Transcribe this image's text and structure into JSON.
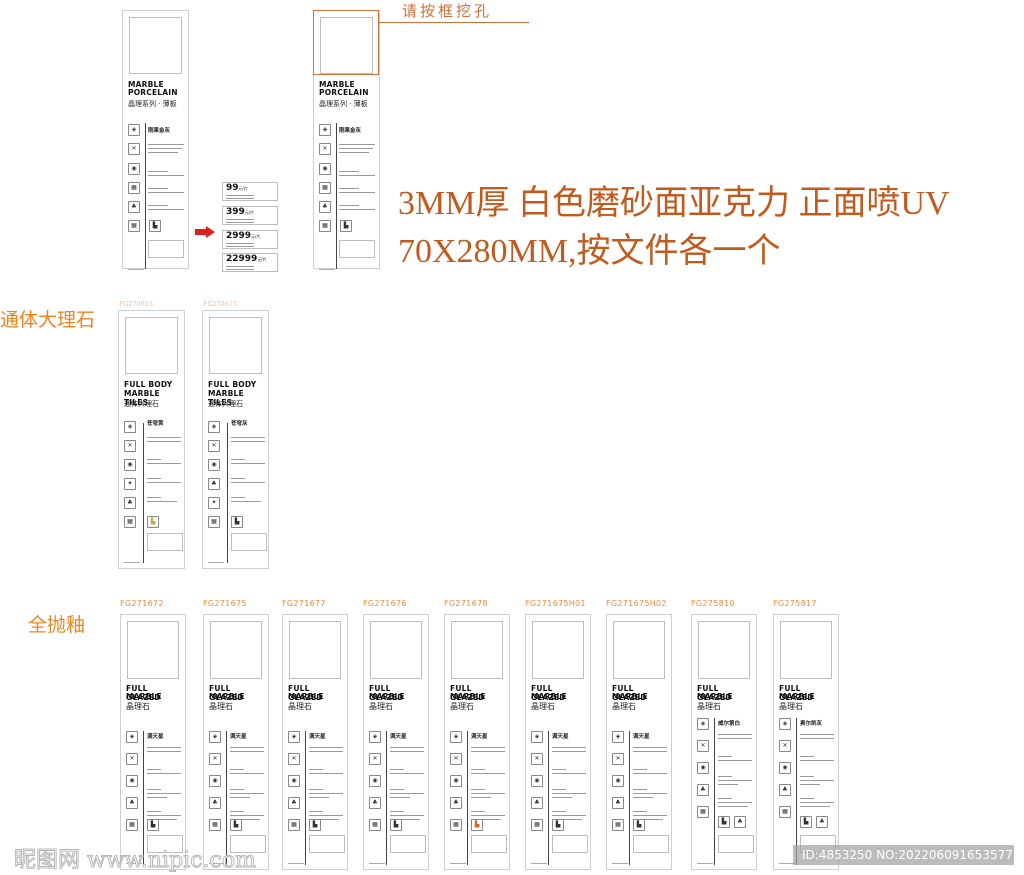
{
  "annotation": {
    "cutout_note": "请按框挖孔",
    "spec_line1": "3MM厚 白色磨砂面亚克力 正面喷UV",
    "spec_line2": "70X280MM,按文件各一个",
    "accent_color": "#c25a1e"
  },
  "top_cards": [
    {
      "title_en_1": "MARBLE",
      "title_en_2": "PORCELAIN",
      "title_cn": "晶理系列 · 薄板",
      "product": "刚果金灰"
    },
    {
      "title_en_1": "MARBLE",
      "title_en_2": "PORCELAIN",
      "title_cn": "晶理系列 · 薄板",
      "product": "刚果金灰",
      "highlight_window": true
    }
  ],
  "price_tags": [
    {
      "price": "99",
      "unit": "元/片"
    },
    {
      "price": "399",
      "unit": "元/片"
    },
    {
      "price": "2999",
      "unit": "元/片"
    },
    {
      "price": "22999",
      "unit": "元/片"
    }
  ],
  "sections": [
    {
      "label": "通体大理石",
      "color": "#ee8420",
      "cards": [
        {
          "code": "FG270613",
          "title_en_1": "FULL BODY",
          "title_en_2": "MARBLE TILES",
          "title_cn": "通体大理石",
          "product": "苍穹黄"
        },
        {
          "code": "FG270615",
          "title_en_1": "FULL BODY",
          "title_en_2": "MARBLE TILES",
          "title_cn": "通体大理石",
          "product": "苍穹灰"
        }
      ]
    },
    {
      "label": "全抛釉",
      "color": "#ee8420",
      "cards": [
        {
          "code": "FG271672",
          "title_en_1": "FULL GLAZED",
          "title_en_2": "MARBLE",
          "title_cn": "晶理石",
          "product": "满天星"
        },
        {
          "code": "FG271675",
          "title_en_1": "FULL GLAZED",
          "title_en_2": "MARBLE",
          "title_cn": "晶理石",
          "product": "满天星"
        },
        {
          "code": "FG271677",
          "title_en_1": "FULL GLAZED",
          "title_en_2": "MARBLE",
          "title_cn": "晶理石",
          "product": "满天星"
        },
        {
          "code": "FG271676",
          "title_en_1": "FULL GLAZED",
          "title_en_2": "MARBLE",
          "title_cn": "晶理石",
          "product": "满天星"
        },
        {
          "code": "FG271678",
          "title_en_1": "FULL GLAZED",
          "title_en_2": "MARBLE",
          "title_cn": "晶理石",
          "product": "满天星"
        },
        {
          "code": "FG271675H01",
          "title_en_1": "FULL GLAZED",
          "title_en_2": "MARBLE",
          "title_cn": "晶理石",
          "product": "满天星"
        },
        {
          "code": "FG271675H02",
          "title_en_1": "FULL GLAZED",
          "title_en_2": "MARBLE",
          "title_cn": "晶理石",
          "product": "满天星"
        },
        {
          "code": "FG275810",
          "title_en_1": "FULL GLAZED",
          "title_en_2": "MARBLE",
          "title_cn": "晶理石",
          "product": "威尔第白"
        },
        {
          "code": "FG275817",
          "title_en_1": "FULL GLAZED",
          "title_en_2": "MARBLE",
          "title_cn": "晶理石",
          "product": "奥尔凯灰"
        }
      ]
    }
  ],
  "watermark": {
    "site": "昵图网 www.nipic.com",
    "id_text": "ID:4853250 NO:20220609165357777103"
  }
}
